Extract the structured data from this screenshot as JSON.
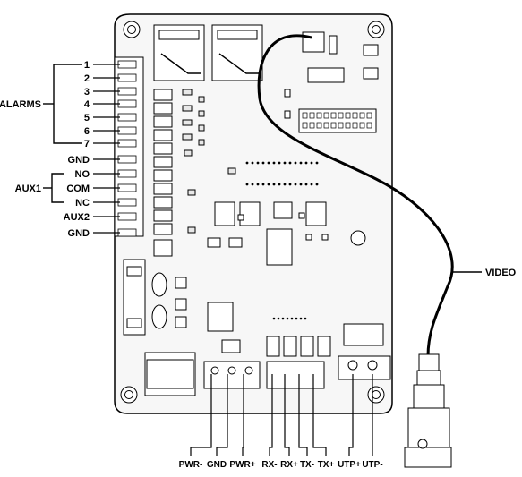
{
  "labels": {
    "alarms": "ALARMS",
    "aux1": "AUX1",
    "video": "VIDEO",
    "left_pins": [
      "1",
      "2",
      "3",
      "4",
      "5",
      "6",
      "7",
      "GND",
      "NO",
      "COM",
      "NC",
      "AUX2",
      "GND"
    ],
    "bottom_pins": [
      "PWR-",
      "GND",
      "PWR+",
      "RX-",
      "RX+",
      "TX-",
      "TX+",
      "UTP+",
      "UTP-"
    ]
  }
}
